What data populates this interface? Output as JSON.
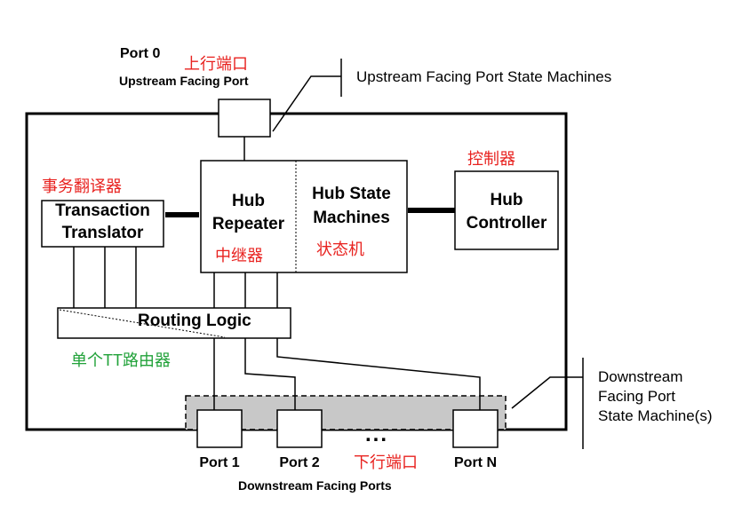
{
  "colors": {
    "red_label": "#e8221f",
    "green_label": "#22a23a",
    "port_shade": "#c8c8c8",
    "line": "#000000"
  },
  "upstream": {
    "port_number": "Port 0",
    "port_cn": "上行端口",
    "port_name": "Upstream Facing Port",
    "state_machines_label": "Upstream Facing Port State Machines"
  },
  "blocks": {
    "transaction_translator": {
      "cn": "事务翻译器",
      "line1": "Transaction",
      "line2": "Translator"
    },
    "hub_repeater": {
      "line1": "Hub",
      "line2": "Repeater",
      "cn": "中继器"
    },
    "hub_state_machines": {
      "line1": "Hub State",
      "line2": "Machines",
      "cn": "状态机"
    },
    "hub_controller": {
      "cn": "控制器",
      "line1": "Hub",
      "line2": "Controller"
    },
    "routing_logic": {
      "label": "Routing Logic",
      "cn": "单个TT路由器"
    }
  },
  "downstream": {
    "ports": [
      "Port 1",
      "Port 2",
      "Port N"
    ],
    "ellipsis": "...",
    "ports_cn": "下行端口",
    "ports_label": "Downstream Facing Ports",
    "state_machines_label": [
      "Downstream",
      "Facing Port",
      "State Machine(s)"
    ]
  }
}
